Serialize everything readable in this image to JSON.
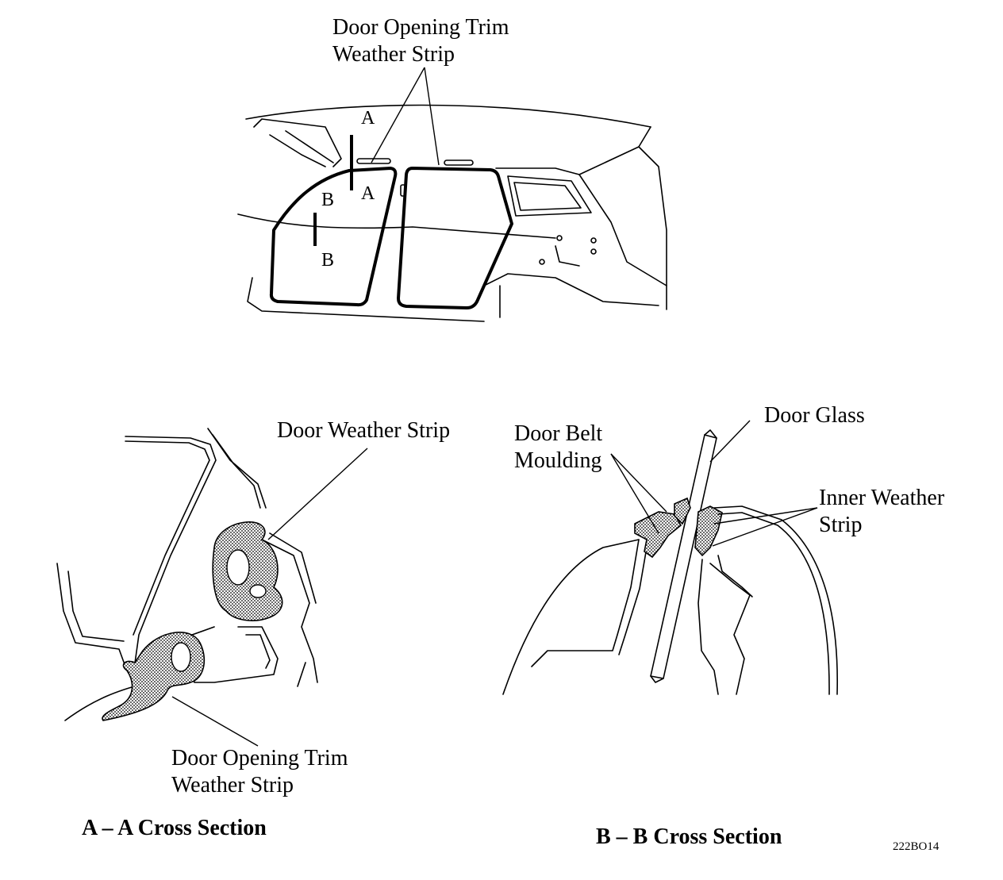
{
  "top_view": {
    "callout_door_opening_trim": [
      "Door Opening Trim",
      "Weather Strip"
    ],
    "section_marks": {
      "a_top": "A",
      "a_bottom": "A",
      "b_top": "B",
      "b_bottom": "B"
    }
  },
  "section_a": {
    "callout_door_weather_strip": "Door Weather Strip",
    "callout_door_opening_trim": [
      "Door Opening Trim",
      "Weather Strip"
    ],
    "caption": "A – A Cross Section"
  },
  "section_b": {
    "callout_door_glass": "Door Glass",
    "callout_door_belt_moulding": [
      "Door Belt",
      "Moulding"
    ],
    "callout_inner_weather_strip": [
      "Inner Weather",
      "Strip"
    ],
    "caption": "B – B Cross Section"
  },
  "figure_code": "222BO14"
}
